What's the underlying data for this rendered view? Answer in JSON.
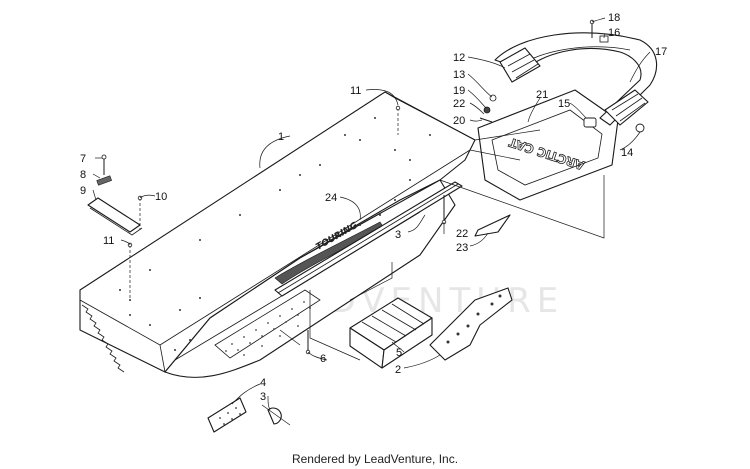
{
  "watermark": "LEADVENTURE",
  "footer": "Rendered by LeadVenture, Inc.",
  "decal_text": {
    "touring": "TOURING",
    "brand": "ARCTIC CAT"
  },
  "callouts": [
    {
      "id": "c1",
      "label": "1"
    },
    {
      "id": "c2",
      "label": "2"
    },
    {
      "id": "c3a",
      "label": "3"
    },
    {
      "id": "c3b",
      "label": "3"
    },
    {
      "id": "c4",
      "label": "4"
    },
    {
      "id": "c5",
      "label": "5"
    },
    {
      "id": "c6",
      "label": "6"
    },
    {
      "id": "c7",
      "label": "7"
    },
    {
      "id": "c8",
      "label": "8"
    },
    {
      "id": "c9",
      "label": "9"
    },
    {
      "id": "c10",
      "label": "10"
    },
    {
      "id": "c11a",
      "label": "11"
    },
    {
      "id": "c11b",
      "label": "11"
    },
    {
      "id": "c12",
      "label": "12"
    },
    {
      "id": "c13",
      "label": "13"
    },
    {
      "id": "c14",
      "label": "14"
    },
    {
      "id": "c15",
      "label": "15"
    },
    {
      "id": "c16",
      "label": "16"
    },
    {
      "id": "c17",
      "label": "17"
    },
    {
      "id": "c18",
      "label": "18"
    },
    {
      "id": "c19",
      "label": "19"
    },
    {
      "id": "c20",
      "label": "20"
    },
    {
      "id": "c21",
      "label": "21"
    },
    {
      "id": "c22a",
      "label": "22"
    },
    {
      "id": "c22b",
      "label": "22"
    },
    {
      "id": "c23",
      "label": "23"
    },
    {
      "id": "c24",
      "label": "24"
    }
  ]
}
